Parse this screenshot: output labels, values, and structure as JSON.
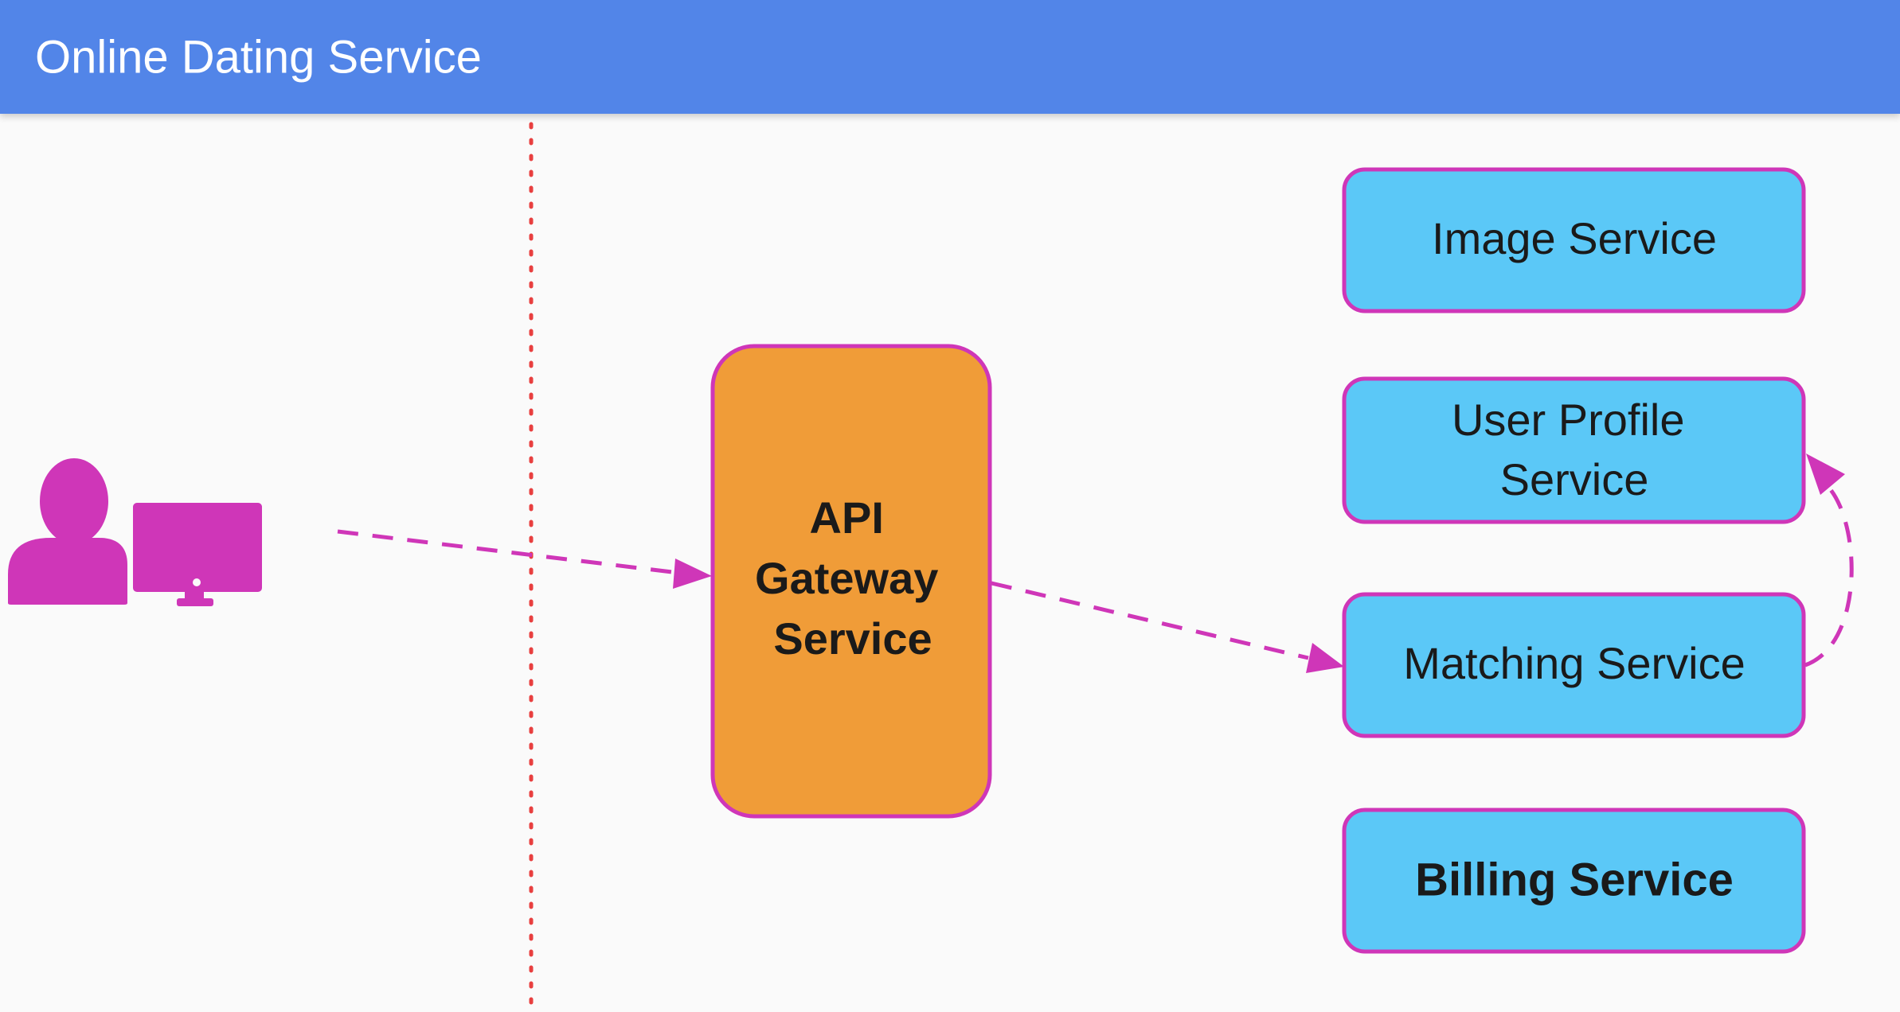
{
  "header": {
    "title": "Online Dating Service",
    "background_color": "#5285e8"
  },
  "colors": {
    "service_fill": "#5bc8f7",
    "gateway_fill": "#f09c38",
    "accent_magenta": "#cf36b8",
    "boundary_red": "#e83f3f"
  },
  "actor": {
    "icon": "user-with-monitor-icon"
  },
  "gateway": {
    "line1": "API",
    "line2": "Gateway",
    "line3": "Service"
  },
  "services": {
    "image": {
      "label": "Image Service"
    },
    "user_profile": {
      "line1": "User Profile",
      "line2": "Service"
    },
    "matching": {
      "label": "Matching Service"
    },
    "billing": {
      "label": "Billing Service"
    }
  }
}
